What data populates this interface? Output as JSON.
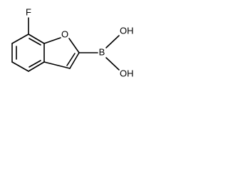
{
  "structure": {
    "atoms": {
      "fluorine": "F",
      "ring_oxygen": "O",
      "boron": "B",
      "hydroxyl_upper": "OH",
      "hydroxyl_lower": "OH"
    }
  }
}
